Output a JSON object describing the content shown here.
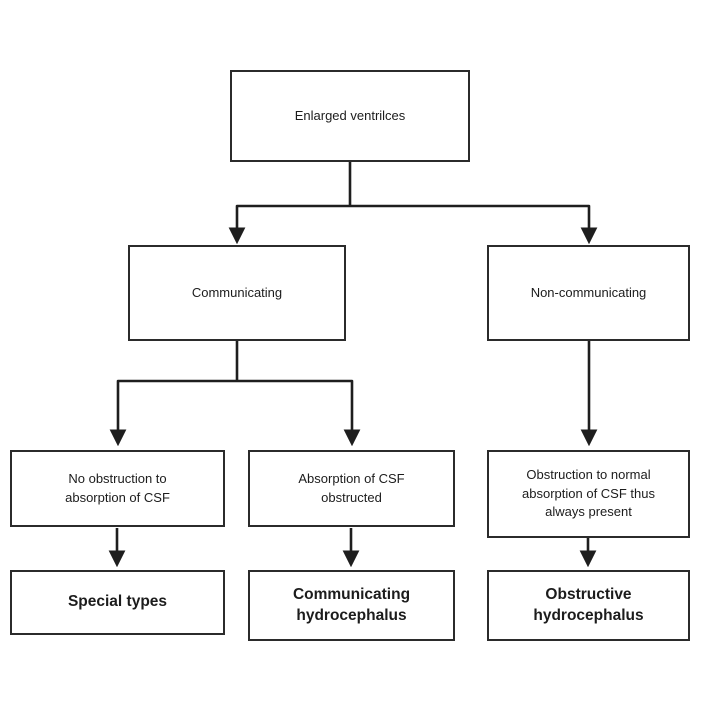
{
  "diagram": {
    "type": "flowchart",
    "topic": "Hydrocephalus classification",
    "colors": {
      "box_border": "#2b2b2b",
      "box_background": "#ffffff",
      "text": "#1c1c1c",
      "connector": "#1e1e1e",
      "page_background": "#ffffff"
    },
    "nodes": {
      "root": {
        "label": "Enlarged ventrilces"
      },
      "communicating": {
        "label": "Communicating"
      },
      "non_communicating": {
        "label": "Non-communicating"
      },
      "no_obstruction": {
        "label": "No obstruction to\nabsorption of CSF"
      },
      "absorption_obstructed": {
        "label": "Absorption of CSF\nobstructed"
      },
      "obstruction_always_present": {
        "label": "Obstruction to normal\nabsorption of CSF thus\nalways present"
      },
      "special_types": {
        "label": "Special types"
      },
      "communicating_hydrocephalus": {
        "label": "Communicating\nhydrocephalus"
      },
      "obstructive_hydrocephalus": {
        "label": "Obstructive\nhydrocephalus"
      }
    },
    "edges": [
      {
        "from": "root",
        "to": "communicating"
      },
      {
        "from": "root",
        "to": "non_communicating"
      },
      {
        "from": "communicating",
        "to": "no_obstruction"
      },
      {
        "from": "communicating",
        "to": "absorption_obstructed"
      },
      {
        "from": "non_communicating",
        "to": "obstruction_always_present"
      },
      {
        "from": "no_obstruction",
        "to": "special_types"
      },
      {
        "from": "absorption_obstructed",
        "to": "communicating_hydrocephalus"
      },
      {
        "from": "obstruction_always_present",
        "to": "obstructive_hydrocephalus"
      }
    ]
  }
}
